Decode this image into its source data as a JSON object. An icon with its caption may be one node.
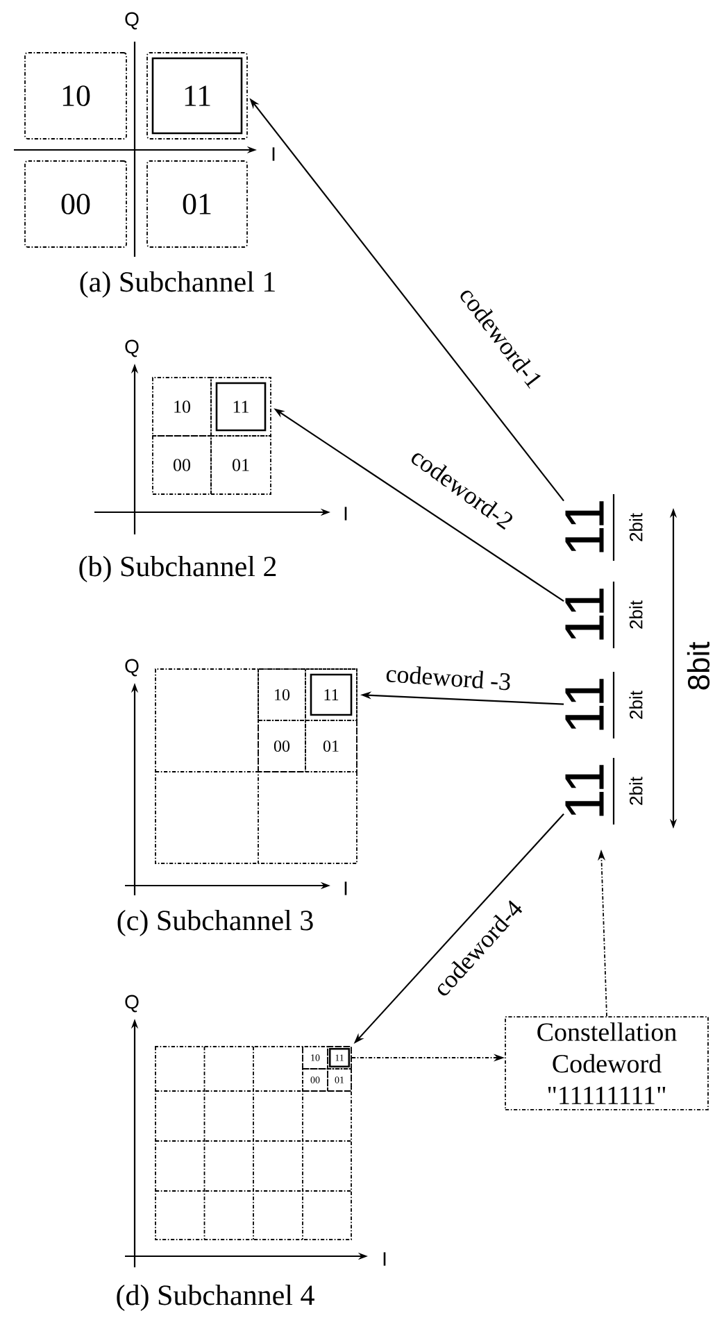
{
  "diagram": {
    "nodes": [
      {
        "text": [
          "10"
        ]
      },
      {
        "text": [
          "11"
        ]
      },
      {
        "text": [
          "00"
        ]
      },
      {
        "text": [
          "01"
        ]
      },
      {
        "text": [
          "10"
        ]
      },
      {
        "text": [
          "11"
        ]
      },
      {
        "text": [
          "00"
        ]
      },
      {
        "text": [
          "01"
        ]
      },
      {
        "text": [
          "10"
        ]
      },
      {
        "text": [
          "11"
        ]
      },
      {
        "text": [
          "00"
        ]
      },
      {
        "text": [
          "01"
        ]
      },
      {
        "text": [
          "10"
        ]
      },
      {
        "text": [
          "11"
        ]
      },
      {
        "text": [
          "00"
        ]
      },
      {
        "text": [
          "01"
        ]
      },
      {
        "text": [
          "11"
        ],
        "beside": [
          "2bit"
        ]
      },
      {
        "text": [
          "11"
        ],
        "beside": [
          "2bit"
        ]
      },
      {
        "text": [
          "11"
        ],
        "beside": [
          "2bit"
        ]
      },
      {
        "text": [
          "11"
        ],
        "beside": [
          "2bit"
        ]
      },
      {
        "text": [
          "Constellation Codeword \"11111111\""
        ]
      }
    ],
    "edges": [
      {
        "from": 16,
        "to": 1,
        "arrow": "to",
        "label": "codeword-1"
      },
      {
        "from": 17,
        "to": 5,
        "arrow": "to",
        "label": "codeword-2"
      },
      {
        "from": 18,
        "to": 9,
        "arrow": "to",
        "label": "codeword -3"
      },
      {
        "from": 19,
        "to": 13,
        "arrow": "to",
        "label": "codeword-4"
      },
      {
        "from": 13,
        "to": 20,
        "arrow": "to",
        "style": "dashed"
      },
      {
        "from": 20,
        "to": null,
        "arrow": "to",
        "style": "dashed"
      }
    ],
    "labels": [
      "Q",
      "I",
      "(a) Subchannel 1",
      "Q",
      "I",
      "(b) Subchannel 2",
      "Q",
      "I",
      "(c) Subchannel 3",
      "8bit",
      "Q",
      "I",
      "(d) Subchannel 4"
    ]
  }
}
